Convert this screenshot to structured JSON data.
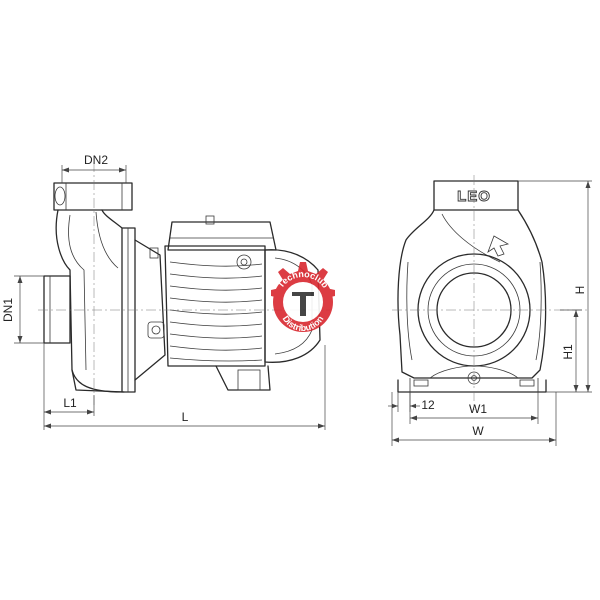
{
  "labels": {
    "dn2": "DN2",
    "dn1": "DN1",
    "l1": "L1",
    "l": "L",
    "h": "H",
    "h1": "H1",
    "w1": "W1",
    "w": "W",
    "dim12": "12"
  },
  "pump_logo": "LEO",
  "watermark": {
    "top": "Technoclub",
    "bottom": "Distribution",
    "color": "#d9282f",
    "dark": "#333333"
  }
}
